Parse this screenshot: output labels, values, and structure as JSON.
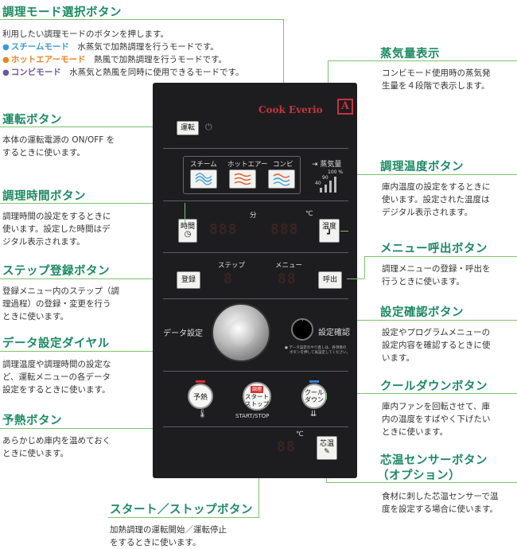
{
  "sections": {
    "mode": {
      "title": "調理モード選択ボタン",
      "desc": "利用したい調理モードのボタンを押します。",
      "modes": [
        {
          "name": "スチームモード",
          "desc": "水蒸気で加熱調理を行うモードです。",
          "color": "#3a9ad8"
        },
        {
          "name": "ホットエアーモード",
          "desc": "熱風で加熱調理を行うモードです。",
          "color": "#e8841e"
        },
        {
          "name": "コンビモード",
          "desc": "水蒸気と熱風を同時に使用できるモードです。",
          "color": "#6a55a8"
        }
      ]
    },
    "power": {
      "title": "運転ボタン",
      "desc1": "本体の運転電源の ON/OFF を",
      "desc2": "するときに使います。"
    },
    "time": {
      "title": "調理時間ボタン",
      "desc1": "調理時間の設定をするときに",
      "desc2": "使います。設定した時間はデ",
      "desc3": "ジタル表示されます。"
    },
    "step": {
      "title": "ステップ登録ボタン",
      "desc1": "登録メニュー内のステップ（調",
      "desc2": "理過程）の登録・変更を行う",
      "desc3": "ときに使います。"
    },
    "dial": {
      "title": "データ設定ダイヤル",
      "desc1": "調理温度や調理時間の設定な",
      "desc2": "ど、運転メニューの各データ",
      "desc3": "設定をするときに使います。"
    },
    "preheat": {
      "title": "予熱ボタン",
      "desc1": "あらかじめ庫内を温めておく",
      "desc2": "ときに使います。"
    },
    "start": {
      "title": "スタート／ストップボタン",
      "desc1": "加熱調理の運転開始／運転停止",
      "desc2": "をするときに使います。"
    },
    "steam": {
      "title": "蒸気量表示",
      "desc1": "コンビモード使用時の蒸気発",
      "desc2": "生量を４段階で表示します。"
    },
    "temp": {
      "title": "調理温度ボタン",
      "desc1": "庫内温度の設定をするときに",
      "desc2": "使います。設定された温度は",
      "desc3": "デジタル表示されます。"
    },
    "menu": {
      "title": "メニュー呼出ボタン",
      "desc1": "調理メニューの登録・呼出を",
      "desc2": "行うときに使います。"
    },
    "confirm": {
      "title": "設定確認ボタン",
      "desc1": "設定やプログラムメニューの",
      "desc2": "設定内容を確認するときに使",
      "desc3": "います。"
    },
    "cool": {
      "title": "クールダウンボタン",
      "desc1": "庫内ファンを回転させて、庫",
      "desc2": "内の温度をすばやく下げたい",
      "desc3": "ときに使います。"
    },
    "probe": {
      "title": "芯温センサーボタン",
      "subtitle": "（オプション）",
      "desc1": "食材に刺した芯温センサーで温",
      "desc2": "度を設定する場合に使います。"
    }
  },
  "panel": {
    "brand": "Cook Everio",
    "brand_logo": "A",
    "power_btn": "運転",
    "steam_btn": "スチーム",
    "hotair_btn": "ホットエアー",
    "combi_btn": "コンビ",
    "steam_amount": "蒸気量",
    "steam_levels": [
      "100 %",
      "90",
      "40"
    ],
    "min_unit": "分",
    "deg_unit": "℃",
    "time_btn": "時間",
    "temp_btn": "温度",
    "time_digits": "888",
    "temp_digits": "888",
    "step_label": "ステップ",
    "menu_label": "メニュー",
    "step_digit": "8",
    "menu_digits": "88",
    "register_btn": "登録",
    "call_btn": "呼出",
    "data_label": "データ設定",
    "confirm_label": "設定確認",
    "confirm_note1": "● データ設定のやり直しは、各項目の",
    "confirm_note2": "ボタンを押して再設定してください。",
    "preheat_btn": "予熱",
    "start_tag": "調理",
    "start_btn1": "スタート",
    "start_btn2": "ストップ",
    "startstop_label": "START/STOP",
    "cool_btn1": "クール",
    "cool_btn2": "ダウン",
    "probe_deg": "℃",
    "probe_digits": "88",
    "probe_btn": "芯温"
  },
  "colors": {
    "accent": "#1d8a63",
    "line": "#7cc36c",
    "panel": "#1d1d20",
    "brand_red": "#c8343b"
  }
}
